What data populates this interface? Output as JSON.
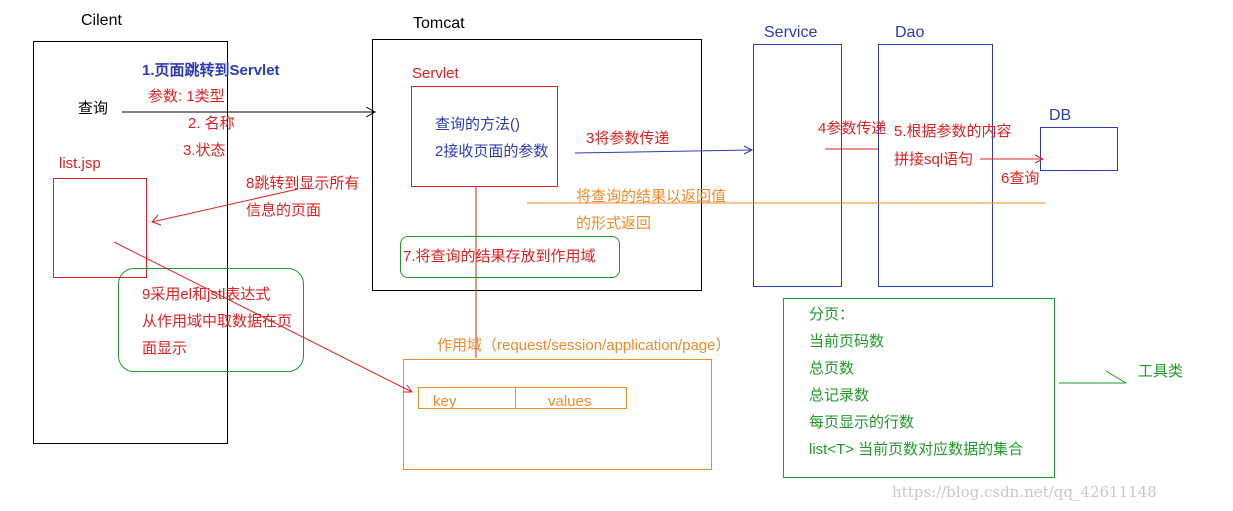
{
  "client": {
    "title": "Cilent",
    "query": "查询",
    "list_jsp": "list.jsp"
  },
  "tomcat": {
    "title": "Tomcat",
    "servlet": "Servlet",
    "method_line1": "查询的方法()",
    "method_line2": "2接收页面的参数"
  },
  "service": {
    "title": "Service"
  },
  "dao": {
    "title": "Dao"
  },
  "db": {
    "title": "DB"
  },
  "steps": {
    "step1": "1.页面跳转到Servlet",
    "param_title": "参数: 1类型",
    "param2": "2. 名称",
    "param3": "3.状态",
    "step3": "3将参数传递",
    "step4": "4参数传递",
    "step5_line1": "5.根据参数的内容",
    "step5_line2": "拼接sql语句",
    "step6": "6查询",
    "return_line1": "将查询的结果以返回值",
    "return_line2": "的形式返回",
    "step7": "7.将查询的结果存放到作用域",
    "step8_line1": "8跳转到显示所有",
    "step8_line2": "信息的页面",
    "step9_line1": "9采用el和jstl表达式",
    "step9_line2": "从作用域中取数据在页",
    "step9_line3": "面显示"
  },
  "scope": {
    "title": "作用域（request/session/application/page）",
    "key": "key",
    "values": "values"
  },
  "pagination": {
    "items": [
      "分页：",
      "当前页码数",
      "总页数",
      "总记录数",
      "每页显示的行数",
      "list<T> 当前页数对应数据的集合"
    ],
    "tool_label": "工具类"
  },
  "watermark": "https://blog.csdn.net/qq_42611148",
  "colors": {
    "red": "#e02020",
    "blue": "#2b3bb5",
    "orange": "#f08a2a",
    "green": "#1f9a2a",
    "black": "#000000"
  }
}
